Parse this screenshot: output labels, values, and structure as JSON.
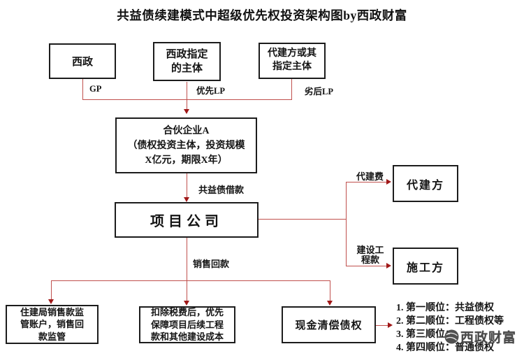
{
  "title": "共益债续建模式中超级优先权投资架构图by西政财富",
  "nodes": {
    "xizheng": {
      "label": "西政"
    },
    "designated_entity": {
      "line1": "西政指定",
      "line2": "的主体"
    },
    "agent_entity": {
      "line1": "代建方或其",
      "line2": "指定主体"
    },
    "partnership": {
      "line1": "合伙企业A",
      "line2": "（债权投资主体，投资规模",
      "line3": "X亿元，期限X年）"
    },
    "project_company": {
      "label": "项目公司"
    },
    "agent": {
      "label": "代建方"
    },
    "contractor": {
      "label": "施工方"
    },
    "regulator_account": {
      "line1": "住建局销售款监",
      "line2": "管账户，销售回",
      "line3": "款监管"
    },
    "tax_deduction": {
      "line1": "扣除税费后，优先",
      "line2": "保障项目后续工程",
      "line3": "款和其他建设成本"
    },
    "cash_repayment": {
      "label": "现金清偿债权"
    }
  },
  "edge_labels": {
    "gp": "GP",
    "senior_lp": "优先LP",
    "junior_lp": "劣后LP",
    "common_benefit_loan": "共益债借款",
    "sales_proceeds": "销售回款",
    "agent_fee": "代建费",
    "construction_fee_line1": "建设工",
    "construction_fee_line2": "程款"
  },
  "priority_list": {
    "item1": "1. 第一顺位：共益债权",
    "item2": "2. 第二顺位：工程债权等",
    "item3": "3. 第三顺位：",
    "item4": "4. 第四顺位：普通债权"
  },
  "watermark": {
    "text": "西政财富"
  },
  "colors": {
    "line": "#c0504d",
    "arrowhead": "#a01818",
    "box_border": "#1c1c1c",
    "text": "#141414",
    "watermark_text": "#3f3f3f"
  }
}
